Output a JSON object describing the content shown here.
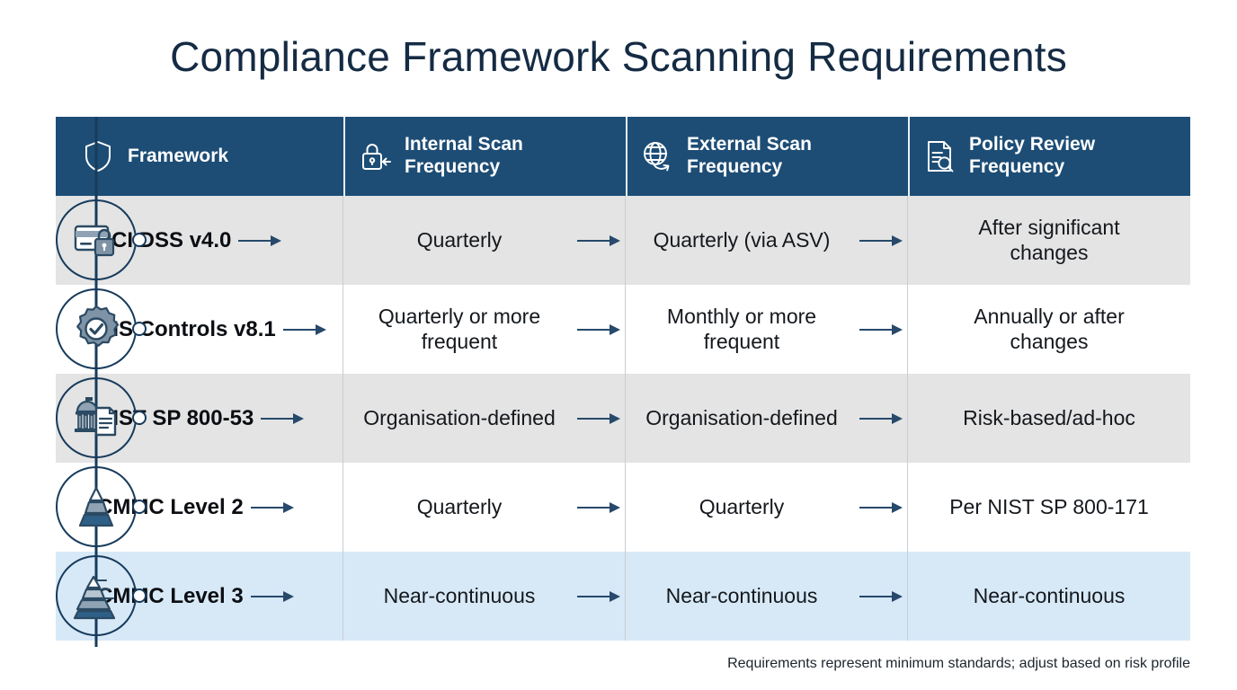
{
  "page": {
    "title": "Compliance Framework Scanning Requirements",
    "footnote": "Requirements represent minimum standards; adjust based on risk profile",
    "colors": {
      "header_bg": "#1d4d75",
      "title_text": "#152b44",
      "row_alt_bg": "#e4e4e4",
      "row_highlight_bg": "#d7e9f7",
      "arrow": "#27496b",
      "rail": "#173b5c",
      "page_bg": "#ffffff"
    }
  },
  "table": {
    "columns": [
      {
        "label": "Framework",
        "icon": "shield-icon"
      },
      {
        "label": "Internal Scan\nFrequency",
        "icon": "padlock-inward-arrow-icon"
      },
      {
        "label": "External Scan\nFrequency",
        "icon": "globe-outward-arrow-icon"
      },
      {
        "label": "Policy Review\nFrequency",
        "icon": "document-magnifier-icon"
      }
    ],
    "rows": [
      {
        "framework": "PCI DSS v4.0",
        "icon": "credit-card-lock-icon",
        "internal_scan": "Quarterly",
        "external_scan": "Quarterly (via ASV)",
        "policy_review": "After significant\nchanges",
        "style": "alt"
      },
      {
        "framework": "CIS Controls v8.1",
        "icon": "gear-check-icon",
        "internal_scan": "Quarterly or more\nfrequent",
        "external_scan": "Monthly or more\nfrequent",
        "policy_review": "Annually or after\nchanges",
        "style": "plain"
      },
      {
        "framework": "NIST SP 800-53",
        "icon": "government-building-document-icon",
        "internal_scan": "Organisation-defined",
        "external_scan": "Organisation-defined",
        "policy_review": "Risk-based/ad-hoc",
        "style": "alt"
      },
      {
        "framework": "CMMC Level 2",
        "icon": "pyramid-two-tier-icon",
        "internal_scan": "Quarterly",
        "external_scan": "Quarterly",
        "policy_review": "Per NIST SP 800-171",
        "style": "plain"
      },
      {
        "framework": "CMMC Level 3",
        "icon": "pyramid-three-tier-icon",
        "internal_scan": "Near-continuous",
        "external_scan": "Near-continuous",
        "policy_review": "Near-continuous",
        "style": "highlight"
      }
    ]
  }
}
